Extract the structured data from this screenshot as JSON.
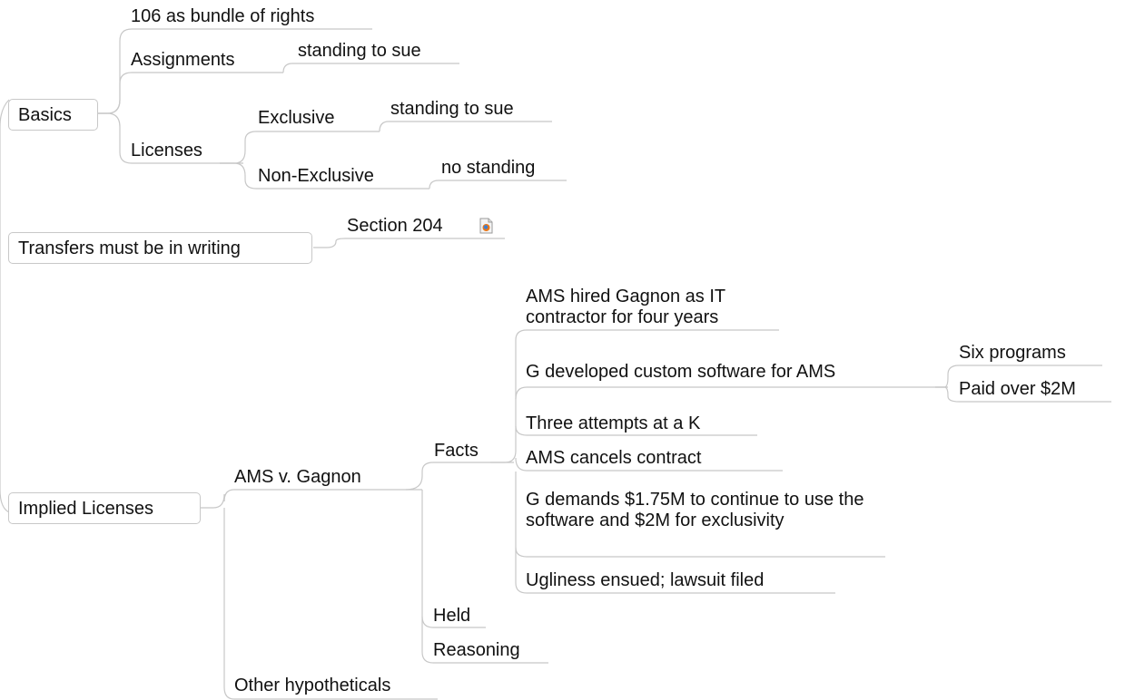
{
  "mindmap": {
    "root_topics": {
      "basics": "Basics",
      "transfers": "Transfers must be in writing",
      "implied": "Implied Licenses"
    },
    "basics": {
      "bundle": "106 as bundle of rights",
      "assignments": "Assignments",
      "assignments_standing": "standing to sue",
      "licenses": "Licenses",
      "exclusive": "Exclusive",
      "exclusive_standing": "standing to sue",
      "non_exclusive": "Non-Exclusive",
      "non_exclusive_standing": "no standing"
    },
    "transfers": {
      "section": "Section 204",
      "attachment_icon": "document-attachment-icon"
    },
    "implied": {
      "case": "AMS v. Gagnon",
      "facts": "Facts",
      "fact_1": "AMS hired Gagnon as IT contractor for four years",
      "fact_2": "G developed custom software for AMS",
      "fact_2_a": "Six programs",
      "fact_2_b": "Paid over $2M",
      "fact_3": "Three attempts at a K",
      "fact_4": "AMS cancels contract",
      "fact_5": "G demands $1.75M to continue to use the software and $2M for exclusivity",
      "fact_6": "Ugliness ensued; lawsuit filed",
      "held": "Held",
      "reasoning": "Reasoning",
      "hypotheticals": "Other hypotheticals"
    }
  }
}
